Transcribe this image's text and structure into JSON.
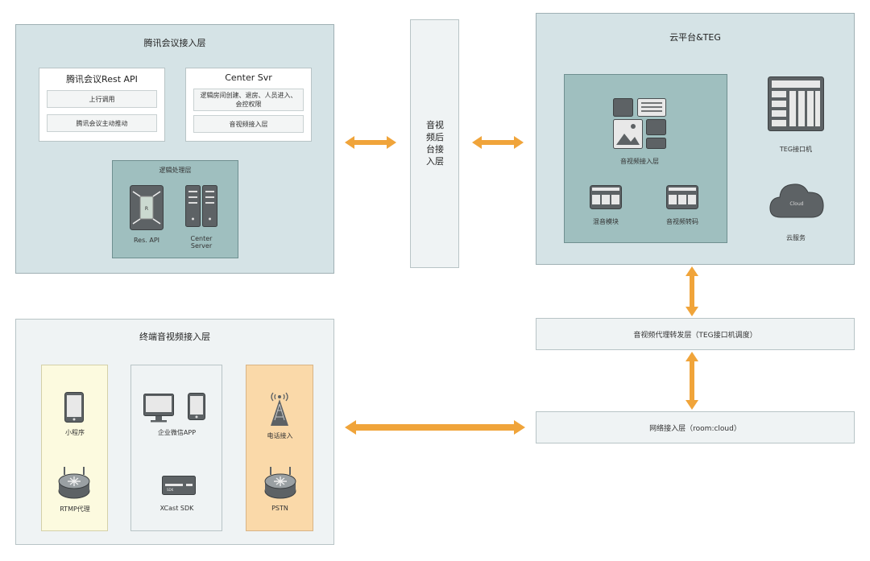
{
  "tencent_access": {
    "title": "腾讯会议接入层",
    "rest_api": {
      "title": "腾讯会议Rest API",
      "items": [
        "上行调用",
        "腾讯会议主动推动"
      ]
    },
    "center_svr": {
      "title": "Center Svr",
      "items": [
        "逻辑房间创建、退房、人员进入、会控权限",
        "音视频接入层"
      ]
    },
    "logic_layer": {
      "title": "逻辑处理层",
      "rest_label": "Res. API",
      "center_label": "Center\nServer",
      "router_letter": "R"
    }
  },
  "av_backend": {
    "title": "音视频后台接入层"
  },
  "cloud_teg": {
    "title": "云平台&TEG",
    "inner": {
      "main_label": "音视频接入层",
      "mix_label": "混音模块",
      "transcode_label": "音视频转码"
    },
    "teg_label": "TEG接口机",
    "cloud_label": "云服务",
    "cloud_text": "Cloud"
  },
  "proxy_layer": {
    "title": "音视频代理转发层（TEG接口机调度）"
  },
  "network_layer": {
    "title": "网络接入层（room:cloud）"
  },
  "terminal_access": {
    "title": "终端音视频接入层",
    "mini_program": "小程序",
    "rtmp": "RTMP代理",
    "wechat_work": "企业微信APP",
    "xcast": "XCast SDK",
    "sdk_text": "SDK",
    "phone": "电话接入",
    "pstn": "PSTN"
  },
  "colors": {
    "light_panel": "#d5e3e6",
    "teal_panel": "#9fbfbf",
    "arrow": "#f0a43a",
    "orange": "#fad9a9",
    "yellow": "#fcfadf"
  }
}
